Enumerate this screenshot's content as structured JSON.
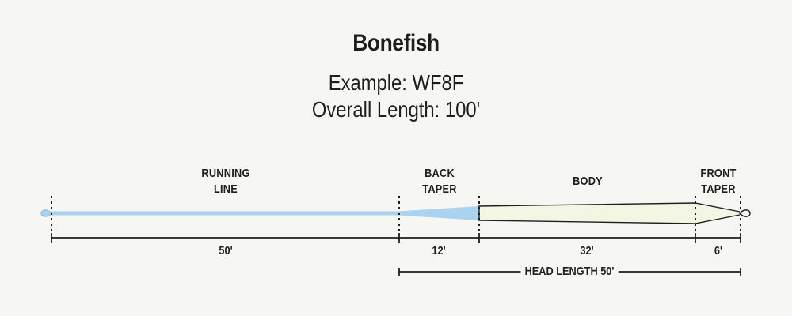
{
  "header": {
    "title": "Bonefish",
    "example": "Example: WF8F",
    "overall_length": "Overall Length: 100'"
  },
  "colors": {
    "background": "#f6f6f2",
    "running_line": "#a9d3ef",
    "body_fill": "#f3f6e2",
    "ink": "#1e1e1e"
  },
  "sections": [
    {
      "name": "running-line",
      "label_line1": "RUNNING",
      "label_line2": "LINE",
      "length": "50'"
    },
    {
      "name": "back-taper",
      "label_line1": "BACK",
      "label_line2": "TAPER",
      "length": "12'"
    },
    {
      "name": "body",
      "label_line1": "BODY",
      "label_line2": "",
      "length": "32'"
    },
    {
      "name": "front-taper",
      "label_line1": "FRONT",
      "label_line2": "TAPER",
      "length": "6'"
    }
  ],
  "head_length": "HEAD LENGTH 50'"
}
